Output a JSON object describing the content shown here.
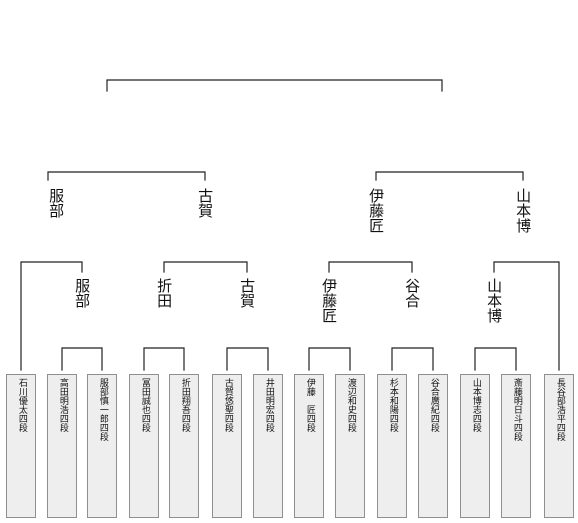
{
  "players": [
    {
      "name": "石川優太四段"
    },
    {
      "name": "高田明浩四段"
    },
    {
      "name": "服部慎一郎四段"
    },
    {
      "name": "冨田誠也四段"
    },
    {
      "name": "折田翔吾四段"
    },
    {
      "name": "古賀悠聖四段"
    },
    {
      "name": "井田明宏四段"
    },
    {
      "name": "伊藤　匠四段"
    },
    {
      "name": "渡辺和史四段"
    },
    {
      "name": "杉本和陽四段"
    },
    {
      "name": "谷合廣紀四段"
    },
    {
      "name": "山本博志四段"
    },
    {
      "name": "斎藤明日斗四段"
    },
    {
      "name": "長谷部浩平四段"
    }
  ],
  "round1_winners": [
    {
      "name": "服部"
    },
    {
      "name": "折田"
    },
    {
      "name": "古賀"
    },
    {
      "name": "伊藤匠"
    },
    {
      "name": "谷合"
    },
    {
      "name": "山本博"
    }
  ],
  "round2_winners": [
    {
      "name": "服部"
    },
    {
      "name": "古賀"
    },
    {
      "name": "伊藤匠"
    },
    {
      "name": "山本博"
    }
  ],
  "colors": {
    "line": "#222222",
    "box_fill": "#eeeeee",
    "box_border": "#8f8f8f"
  }
}
